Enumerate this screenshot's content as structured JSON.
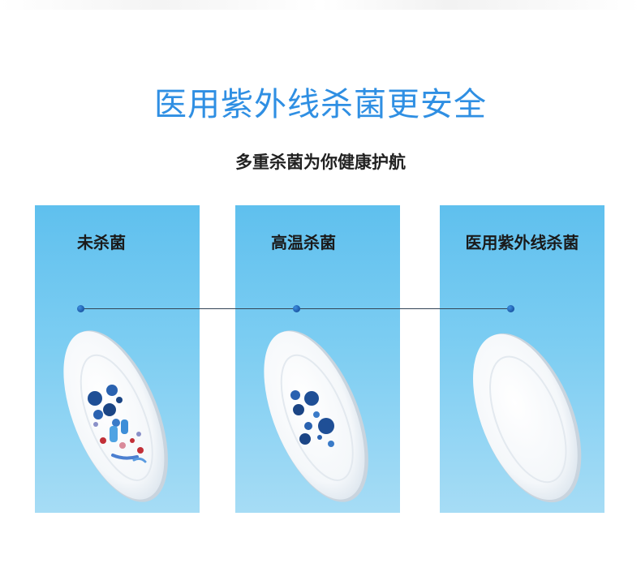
{
  "header": {
    "title": "医用紫外线杀菌更安全",
    "subtitle": "多重杀菌为你健康护航"
  },
  "panels": [
    {
      "label": "未杀菌"
    },
    {
      "label": "高温杀菌"
    },
    {
      "label": "医用紫外线杀菌"
    }
  ],
  "colors": {
    "title": "#2f8fe3",
    "panel_top": "#5fc0ee",
    "panel_bottom": "#a6dcf5"
  },
  "icons": {
    "germ": "virus-icon",
    "plate": "plate-icon"
  }
}
